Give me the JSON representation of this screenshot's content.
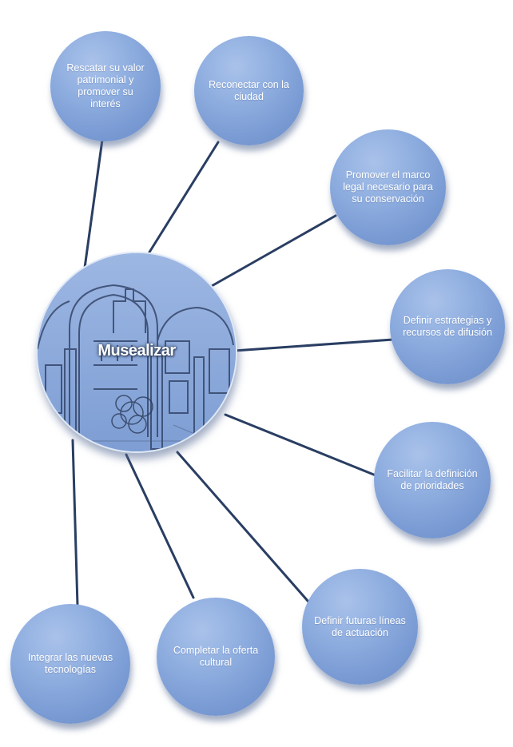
{
  "hub": {
    "label": "Musealizar"
  },
  "nodes": [
    {
      "id": "rescatar",
      "label": "Rescatar su valor patrimonial y promover su interés"
    },
    {
      "id": "reconectar",
      "label": "Reconectar con la ciudad"
    },
    {
      "id": "marco-legal",
      "label": "Promover el marco legal necesario para su conservación"
    },
    {
      "id": "estrategias",
      "label": "Definir estrategias y recursos de difusión"
    },
    {
      "id": "prioridades",
      "label": "Facilitar la definición de prioridades"
    },
    {
      "id": "futuras-lineas",
      "label": "Definir futuras líneas de actuación"
    },
    {
      "id": "oferta-cultural",
      "label": "Completar la oferta cultural"
    },
    {
      "id": "tecnologias",
      "label": "Integrar las nuevas tecnologías"
    }
  ],
  "colors": {
    "node_fill": "#7a9bd4",
    "connector": "#2a3e63",
    "label_text": "#ffffff"
  }
}
